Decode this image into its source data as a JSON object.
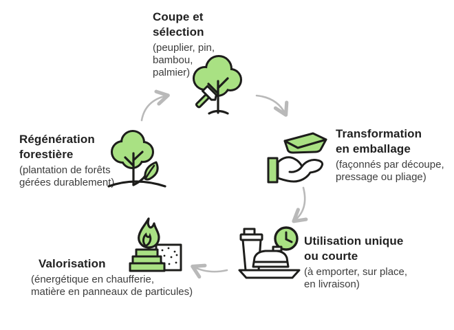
{
  "colors": {
    "background": "#ffffff",
    "green": "#a9e183",
    "outline": "#1d1d1b",
    "arrow": "#b9b9b9",
    "title_text": "#212121",
    "subtitle_text": "#3c3c3c"
  },
  "diagram": {
    "type": "cycle",
    "language": "fr",
    "stages": [
      {
        "id": "coupe",
        "title_lines": [
          "Coupe et",
          "sélection"
        ],
        "subtitle_lines": [
          "(peuplier, pin,",
          "bambou,",
          "palmier)"
        ],
        "icon": "tree-axe-icon"
      },
      {
        "id": "transformation",
        "title_lines": [
          "Transformation",
          "en emballage"
        ],
        "subtitle_lines": [
          "(façonnés par découpe,",
          "pressage ou pliage)"
        ],
        "icon": "hand-packaging-icon"
      },
      {
        "id": "utilisation",
        "title_lines": [
          "Utilisation unique",
          "ou courte"
        ],
        "subtitle_lines": [
          "(à emporter, sur place,",
          "en livraison)"
        ],
        "icon": "takeaway-meal-clock-icon"
      },
      {
        "id": "valorisation",
        "title_lines": [
          "Valorisation"
        ],
        "subtitle_lines": [
          "(énergétique en chaufferie,",
          "matière en panneaux de particules)"
        ],
        "icon": "flame-particle-board-icon"
      },
      {
        "id": "regeneration",
        "title_lines": [
          "Régénération",
          "forestière"
        ],
        "subtitle_lines": [
          "(plantation de forêts",
          "gérées durablement)"
        ],
        "icon": "tree-leaf-icon"
      }
    ],
    "arrows": [
      "regeneration-to-coupe",
      "coupe-to-transformation",
      "transformation-to-utilisation",
      "utilisation-to-valorisation"
    ]
  }
}
